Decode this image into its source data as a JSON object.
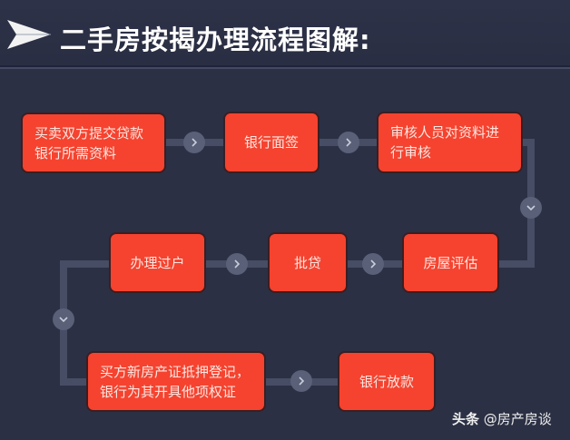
{
  "header": {
    "icon": "paper-plane-arrow-icon",
    "title": "二手房按揭办理流程图解:"
  },
  "flow": {
    "colors": {
      "step_fill": "#f5432f",
      "connector": "#474d64",
      "arrow_circle": "#596078",
      "background": "#2b3044"
    },
    "steps": [
      {
        "id": 1,
        "label": "买卖双方提交贷款\n银行所需资料"
      },
      {
        "id": 2,
        "label": "银行面签"
      },
      {
        "id": 3,
        "label": "审核人员对资料进\n行审核"
      },
      {
        "id": 4,
        "label": "房屋评估"
      },
      {
        "id": 5,
        "label": "批贷"
      },
      {
        "id": 6,
        "label": "办理过户"
      },
      {
        "id": 7,
        "label": "买方新房产证抵押登记，\n银行为其开具他项权证"
      },
      {
        "id": 8,
        "label": "银行放款"
      }
    ],
    "arrows": [
      {
        "icon": "chevron-right-icon"
      },
      {
        "icon": "chevron-right-icon"
      },
      {
        "icon": "chevron-down-icon"
      },
      {
        "icon": "chevron-right-icon"
      },
      {
        "icon": "chevron-right-icon"
      },
      {
        "icon": "chevron-down-icon"
      },
      {
        "icon": "chevron-right-icon"
      }
    ]
  },
  "watermark": {
    "source": "头条",
    "author": "@房产房谈"
  }
}
